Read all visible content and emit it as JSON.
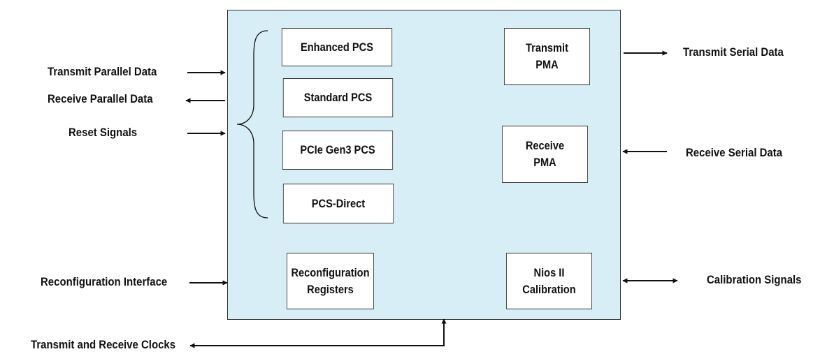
{
  "blocks": {
    "enhanced_pcs": "Enhanced PCS",
    "standard_pcs": "Standard PCS",
    "pcie_gen3_pcs": "PCIe Gen3  PCS",
    "pcs_direct": "PCS-Direct",
    "transmit_pma": "Transmit\nPMA",
    "receive_pma": "Receive\nPMA",
    "reconfig_registers": "Reconfiguration\nRegisters",
    "nios_calibration": "Nios II\nCalibration"
  },
  "signals": {
    "transmit_parallel_data": "Transmit Parallel Data",
    "receive_parallel_data": "Receive Parallel Data",
    "reset_signals": "Reset Signals",
    "reconfiguration_interface": "Reconfiguration Interface",
    "transmit_receive_clocks": "Transmit and Receive Clocks",
    "transmit_serial_data": "Transmit Serial Data",
    "receive_serial_data": "Receive Serial Data",
    "calibration_signals": "Calibration Signals"
  }
}
